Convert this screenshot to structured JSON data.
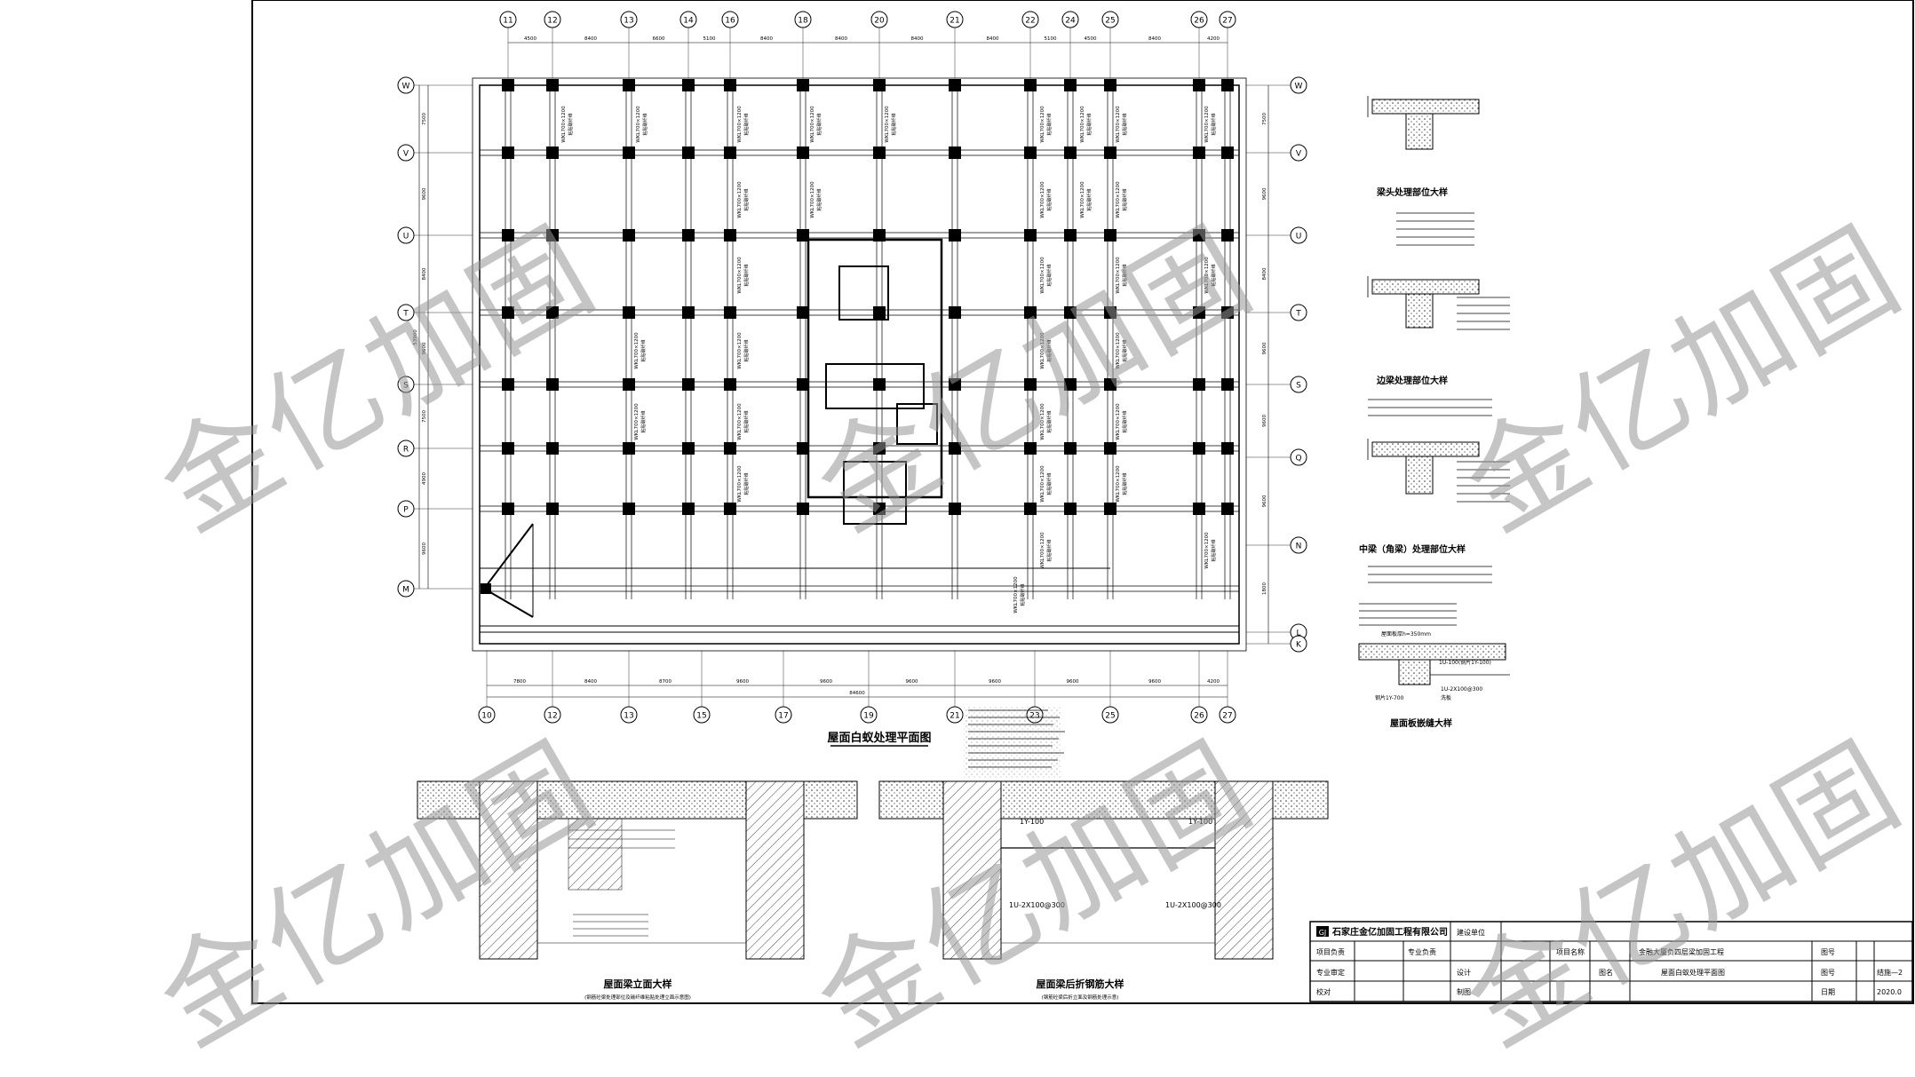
{
  "plan": {
    "title": "屋面白蚁处理平面图",
    "top_axes": [
      "11",
      "12",
      "13",
      "14",
      "16",
      "18",
      "20",
      "21",
      "22",
      "24",
      "25",
      "26",
      "27"
    ],
    "top_dims": [
      "4500",
      "8400",
      "6600",
      "5100",
      "8400",
      "8400",
      "8400",
      "8400",
      "5100",
      "4500",
      "8400",
      "4200"
    ],
    "bottom_axes": [
      "10",
      "12",
      "13",
      "15",
      "17",
      "19",
      "21",
      "23",
      "25",
      "26",
      "27"
    ],
    "bottom_dims": [
      "7800",
      "8400",
      "8700",
      "9600",
      "9600",
      "9600",
      "9600",
      "9600",
      "9600",
      "4200"
    ],
    "bottom_total": "84600",
    "left_axes": [
      "W",
      "V",
      "U",
      "T",
      "S",
      "R",
      "P",
      "M"
    ],
    "left_dims": [
      "7500",
      "9600",
      "8400",
      "9600",
      "7500",
      "4900",
      "9600"
    ],
    "left_total": "53900",
    "right_axes": [
      "W",
      "V",
      "U",
      "T",
      "S",
      "Q",
      "N",
      "L",
      "K"
    ],
    "right_dims": [
      "7500",
      "9600",
      "8400",
      "9600",
      "9600",
      "9600",
      "1800"
    ],
    "beam_label": "WKL700×1200",
    "beam_note": "粘贴碳纤维"
  },
  "details": {
    "d1_title": "梁头处理部位大样",
    "d2_title": "边梁处理部位大样",
    "d3_title": "中梁（角梁）处理部位大样",
    "d4_title": "屋面板嵌缝大样",
    "d4_note1": "屋面板厚h=350mm",
    "d4_note2": "1U-100(钢片1Y-100)",
    "d4_note3": "1U-2X100@300",
    "d4_note4": "洗板",
    "d4_note5": "钢片1Y-700"
  },
  "sections": {
    "left_title": "屋面梁立面大样",
    "left_sub": "(钢筋砼梁处理部位及碳纤维粘贴处理立面示意图)",
    "right_title": "屋面梁后折钢筋大样",
    "right_sub": "(钢筋砼梁后折立面及钢筋处理示意)",
    "label_1y": "1Y-100",
    "label_1u": "1U-2X100@300"
  },
  "titleblock": {
    "company": "石家庄金亿加固工程有限公司",
    "construction_unit": "建设单位",
    "project_lead": "项目负责",
    "discipline_lead": "专业负责",
    "project_name_label": "项目名称",
    "project_name": "金融大厦负四层梁加固工程",
    "drawing_no_label": "图号",
    "review": "专业审定",
    "design": "设计",
    "drawing_name_label": "图名",
    "drawing_name": "屋面白蚁处理平面图",
    "check": "校对",
    "draw": "制图",
    "no_label": "图号",
    "no_value": "结施—2",
    "date_label": "日期",
    "date_value": "2020.0",
    "seal": "GJ"
  },
  "watermark": "金亿加固",
  "colors": {
    "line": "#000000",
    "watermark": "#999999"
  }
}
